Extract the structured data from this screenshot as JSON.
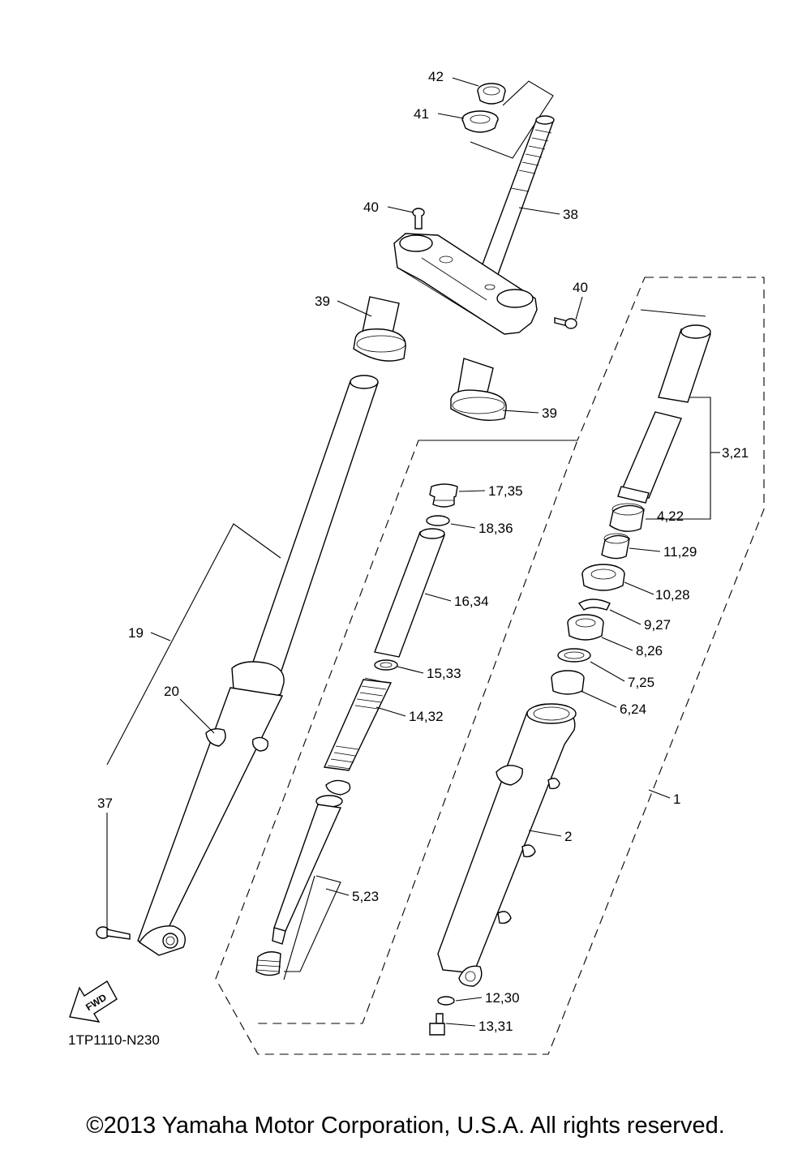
{
  "labels": {
    "p42": "42",
    "p41": "41",
    "p40a": "40",
    "p38": "38",
    "p40b": "40",
    "p39a": "39",
    "p39b": "39",
    "p3_21": "3,21",
    "p17_35": "17,35",
    "p18_36": "18,36",
    "p4_22": "4,22",
    "p11_29": "11,29",
    "p10_28": "10,28",
    "p16_34": "16,34",
    "p9_27": "9,27",
    "p19": "19",
    "p8_26": "8,26",
    "p15_33": "15,33",
    "p20": "20",
    "p7_25": "7,25",
    "p14_32": "14,32",
    "p6_24": "6,24",
    "p1": "1",
    "p37": "37",
    "p2": "2",
    "p5_23": "5,23",
    "p12_30": "12,30",
    "p13_31": "13,31"
  },
  "fwd_label": "FWD",
  "diagram_code": "1TP1110-N230",
  "copyright": "©2013 Yamaha Motor Corporation, U.S.A. All rights reserved."
}
